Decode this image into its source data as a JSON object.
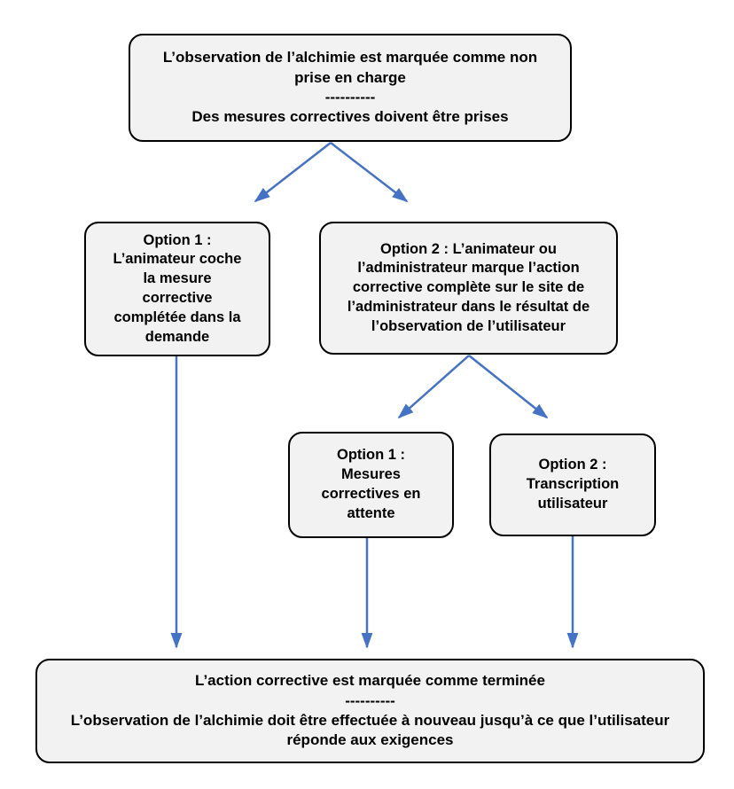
{
  "diagram": {
    "type": "flowchart",
    "colors": {
      "arrow": "#4472C4",
      "box_fill": "#F2F2F2",
      "box_border": "#000000",
      "text": "#000000"
    },
    "nodes": {
      "root": {
        "line1": "L’observation de l’alchimie est marquée comme non prise en charge",
        "divider": "----------",
        "line2": "Des mesures correctives doivent être prises"
      },
      "option1": {
        "title": "Option 1 :",
        "body": "L’animateur coche la mesure corrective complétée dans la demande"
      },
      "option2": {
        "body": "Option 2 : L’animateur ou l’administrateur marque l’action corrective complète sur le site de l’administrateur dans le résultat de l’observation de l’utilisateur"
      },
      "sub_option1": {
        "title": "Option 1 :",
        "body": "Mesures correctives en attente"
      },
      "sub_option2": {
        "title": "Option 2 :",
        "body": "Transcription utilisateur"
      },
      "final": {
        "line1": "L’action corrective est marquée comme terminée",
        "divider": "----------",
        "line2": "L’observation de l’alchimie doit être effectuée à nouveau jusqu’à ce que l’utilisateur réponde aux exigences"
      }
    }
  }
}
